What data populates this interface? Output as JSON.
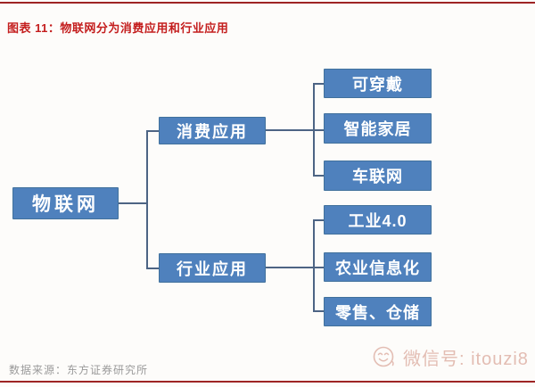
{
  "header": {
    "title": "图表 11：物联网分为消费应用和行业应用"
  },
  "diagram": {
    "root": {
      "label": "物联网"
    },
    "branches": [
      {
        "label": "消费应用",
        "children": [
          {
            "label": "可穿戴"
          },
          {
            "label": "智能家居"
          },
          {
            "label": "车联网"
          }
        ]
      },
      {
        "label": "行业应用",
        "children": [
          {
            "label": "工业4.0"
          },
          {
            "label": "农业信息化"
          },
          {
            "label": "零售、仓储"
          }
        ]
      }
    ]
  },
  "footer": {
    "source": "数据来源：东方证券研究所",
    "watermark": {
      "icon": "wechat-smiley-icon",
      "text": "微信号: itouzi8"
    }
  },
  "colors": {
    "node_fill": "#4f81bd",
    "node_border": "#41719c",
    "connector": "#4d6484",
    "title_red": "#c41e1e",
    "rule_red": "#9e2424",
    "source_gray": "#9a9a9a",
    "watermark_pink": "#e3bdb3",
    "background": "#fdfcfa"
  }
}
